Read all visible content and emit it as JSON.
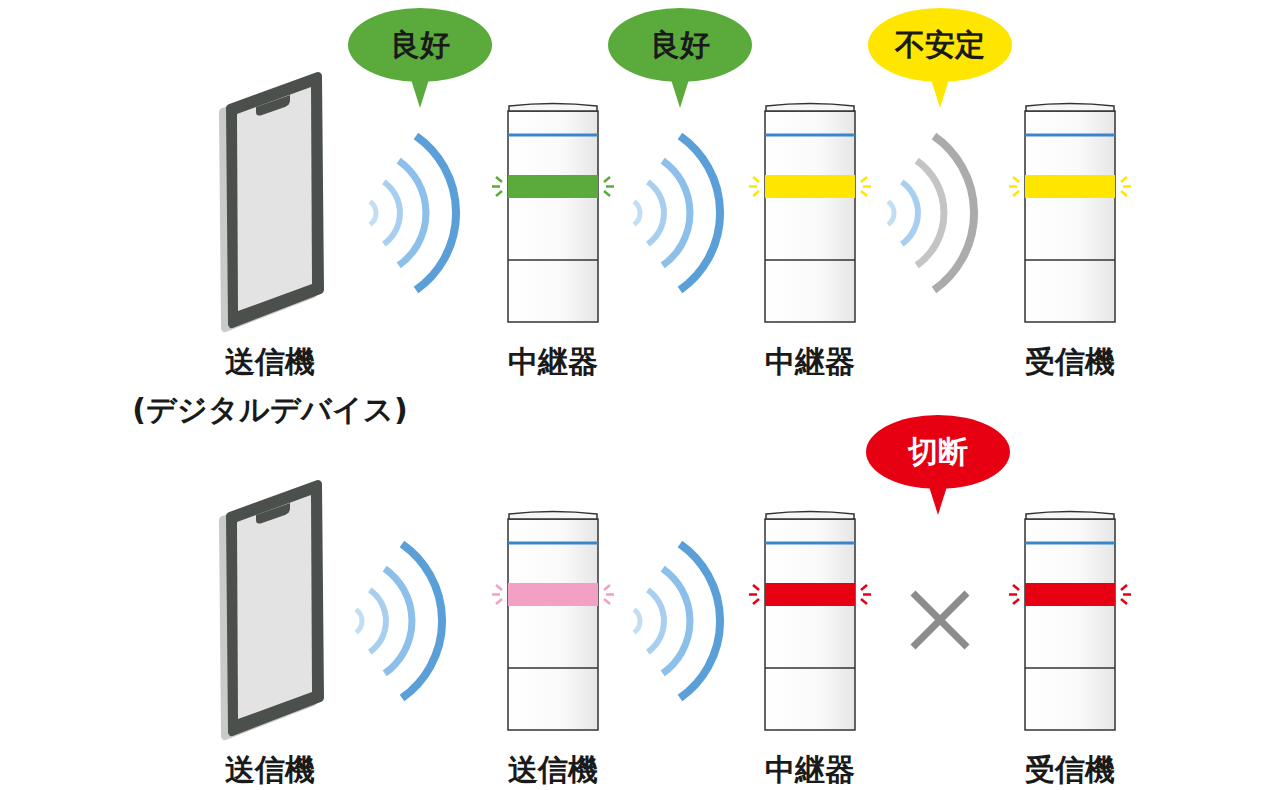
{
  "diagram": {
    "nodes": [
      {
        "text": [
          "良好"
        ]
      },
      {
        "text": [
          "良好"
        ]
      },
      {
        "text": [
          "不安定"
        ]
      },
      {
        "text": [
          "送信機",
          "(デジタルデバイス)"
        ]
      },
      {
        "text": [
          "中継器"
        ]
      },
      {
        "text": [
          "中継器"
        ]
      },
      {
        "text": [
          "受信機"
        ]
      },
      {
        "text": [
          "切断"
        ]
      },
      {
        "text": [
          "送信機"
        ]
      },
      {
        "text": [
          "送信機"
        ]
      },
      {
        "text": [
          "中継器"
        ]
      },
      {
        "text": [
          "受信機"
        ]
      }
    ]
  }
}
